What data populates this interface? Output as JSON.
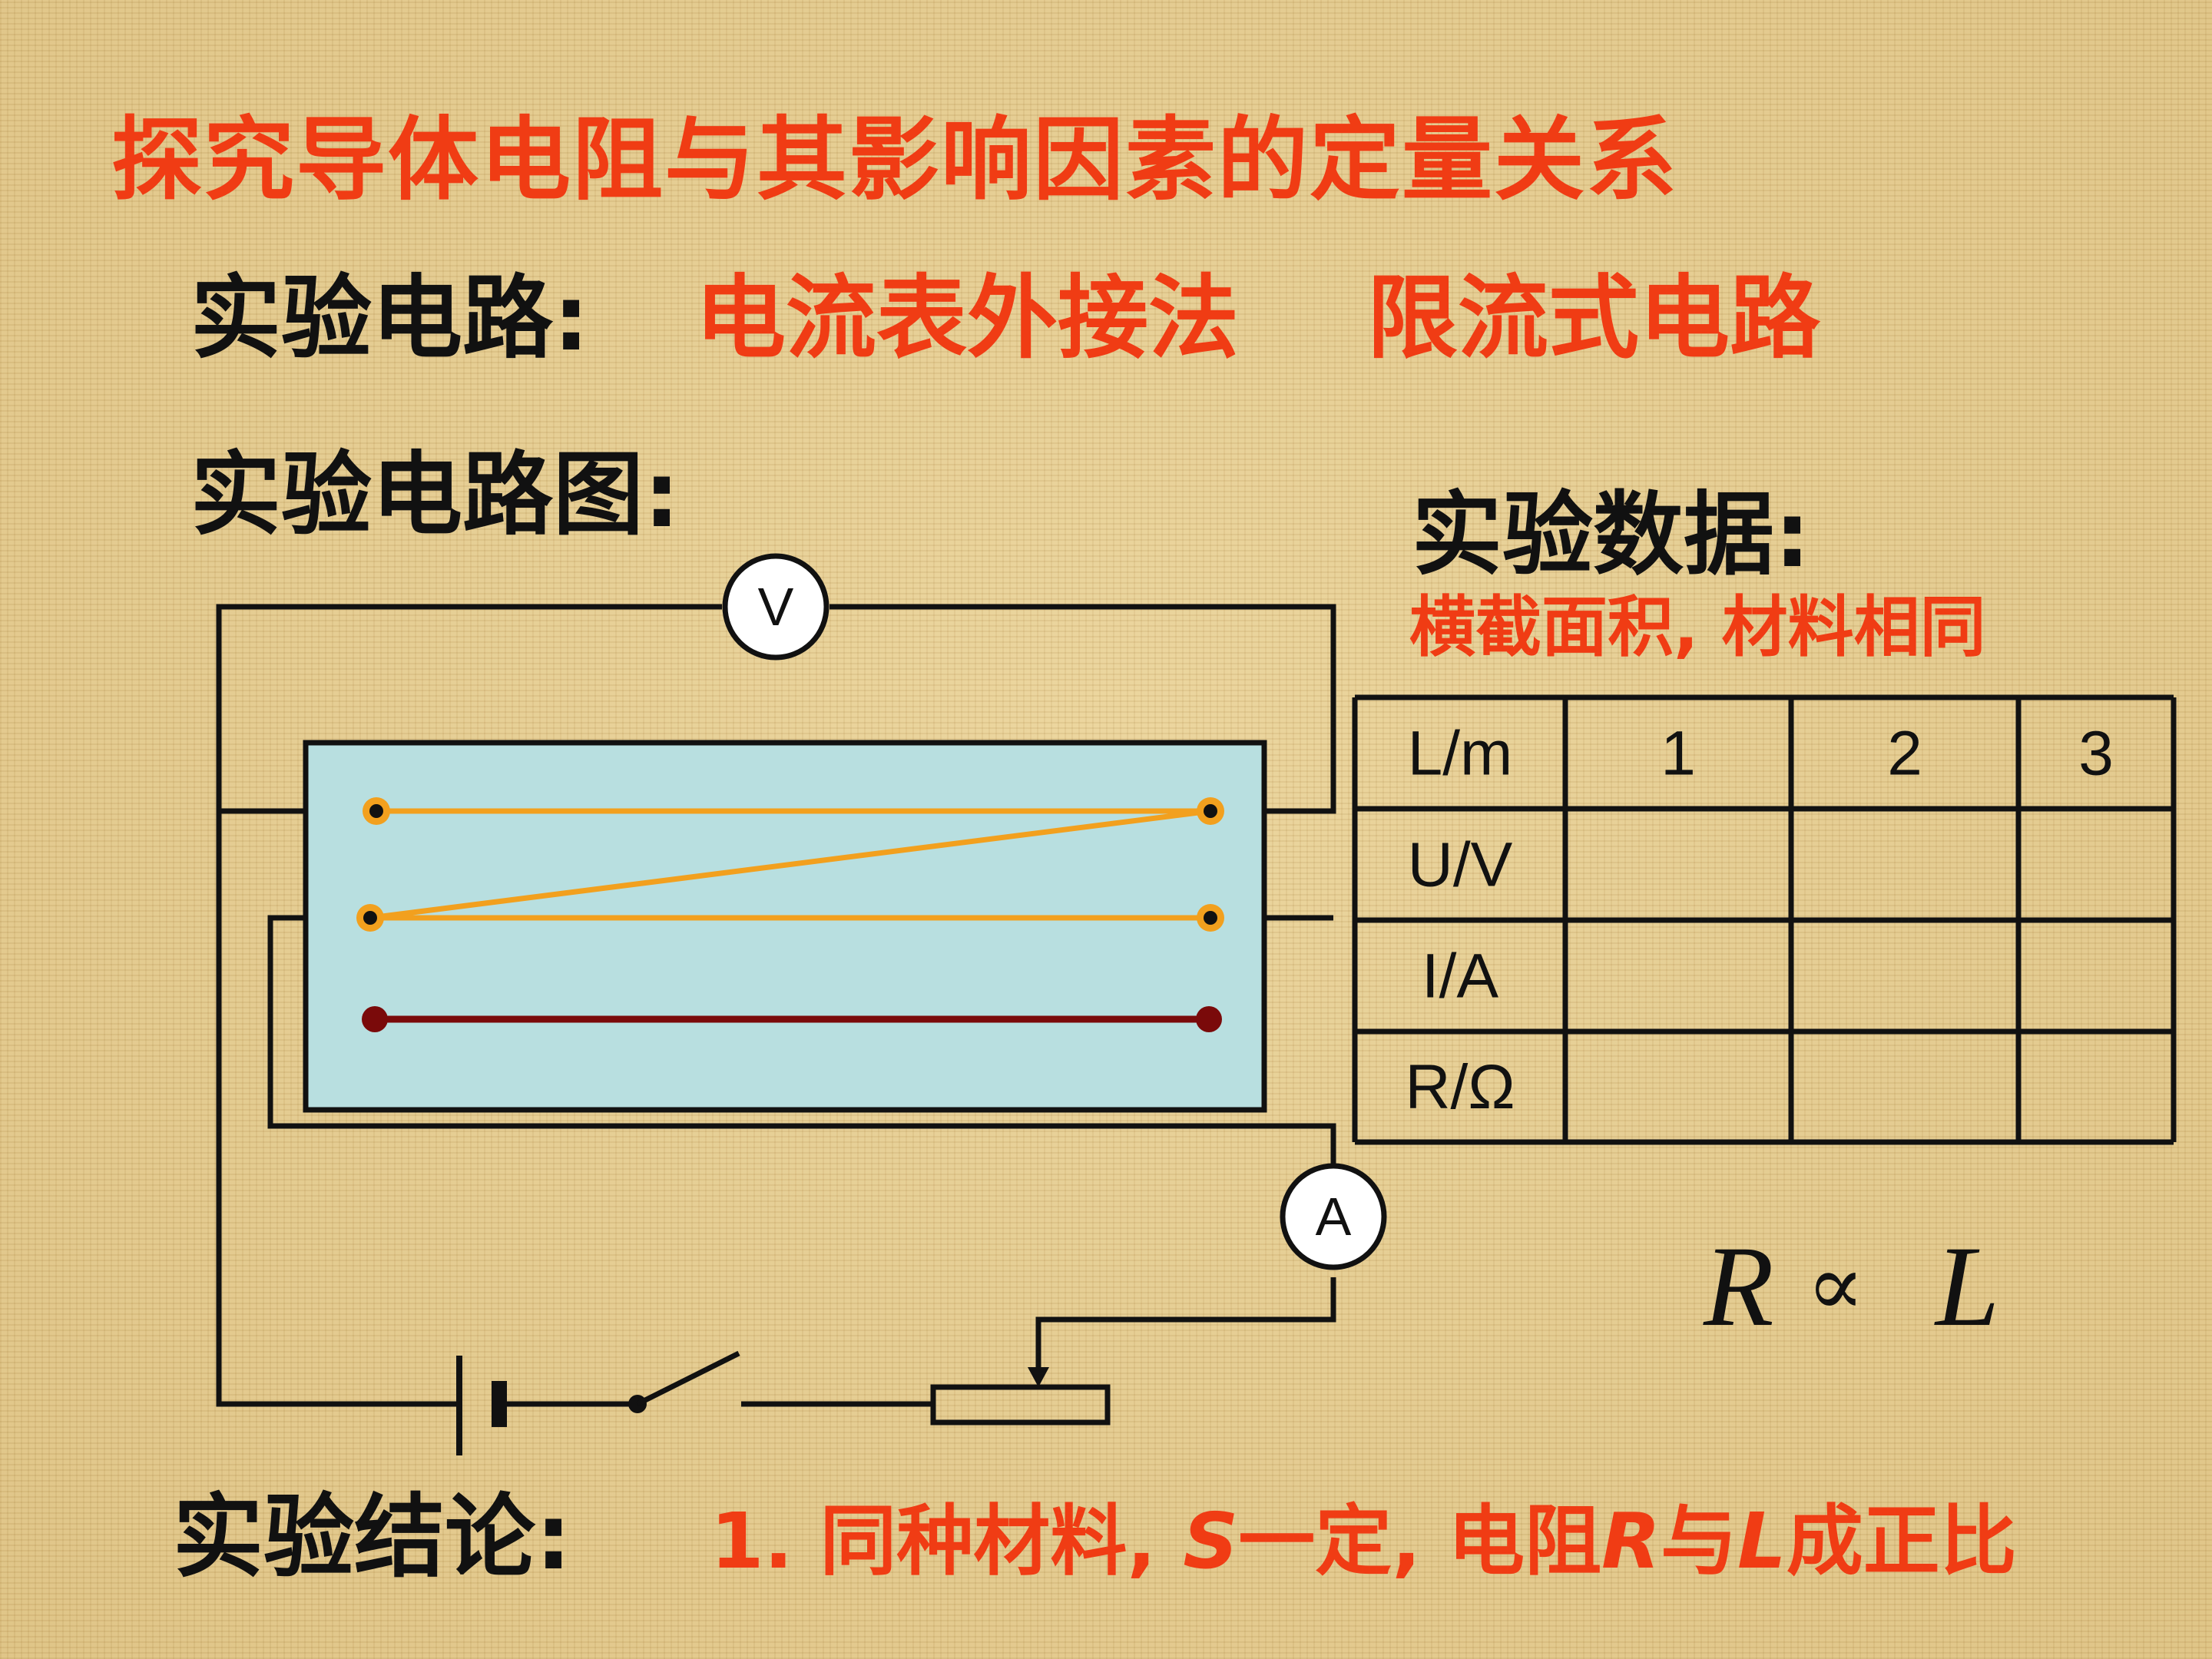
{
  "title": "探究导体电阻与其影响因素的定量关系",
  "circuit": {
    "label": "实验电路:",
    "method": "电流表外接法",
    "type": "限流式电路"
  },
  "diagram_label": "实验电路图:",
  "meters": {
    "voltmeter": "V",
    "ammeter": "A"
  },
  "data": {
    "label": "实验数据:",
    "condition": "横截面积, 材料相同",
    "table": {
      "header": [
        "L/m",
        "1",
        "2",
        "3"
      ],
      "rows": [
        [
          "U/V",
          "",
          "",
          ""
        ],
        [
          "I/A",
          "",
          "",
          ""
        ],
        [
          "R/Ω",
          "",
          "",
          ""
        ]
      ]
    }
  },
  "formula": {
    "left": "R",
    "op": "∝",
    "right": "L"
  },
  "conclusion": {
    "label": "实验结论:",
    "prefix": "1. 同种材料, ",
    "var_s": "S",
    "part2": "一定, 电阻",
    "var_r": "R",
    "part3": "与",
    "var_l": "L",
    "part4": "成正比"
  },
  "colors": {
    "title_red": "#f03c14",
    "wire_orange": "#f2a01e",
    "wire_dark_red": "#7a0a0a",
    "board_fill": "#b8dfe0"
  }
}
